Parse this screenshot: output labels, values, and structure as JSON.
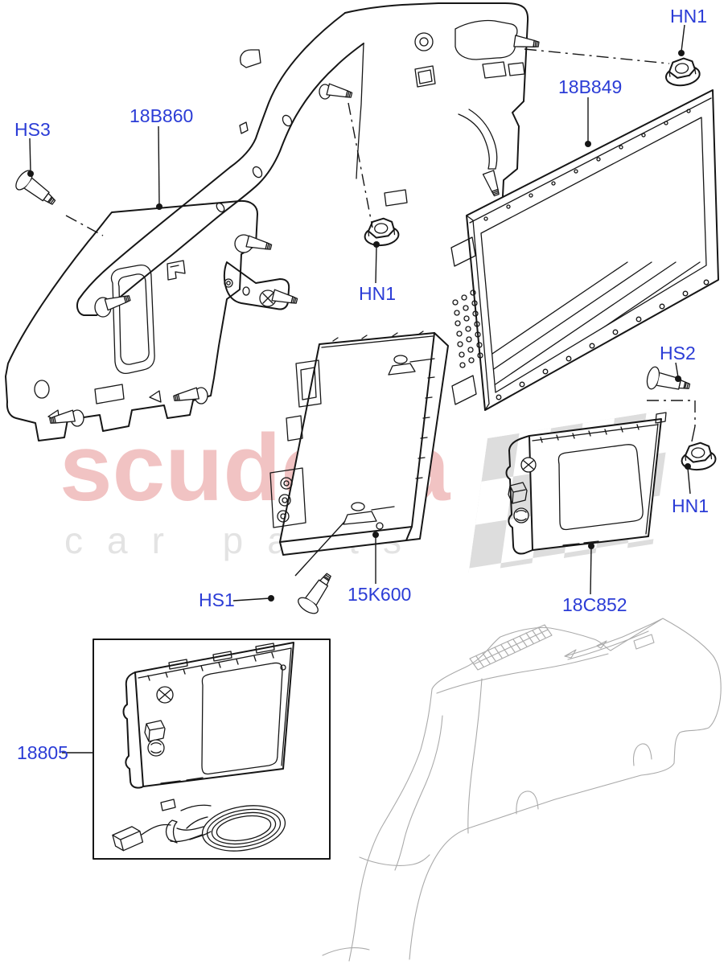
{
  "watermark": {
    "brand": "scuderia",
    "subtitle": "car parts",
    "brand_color": "#eeb5b5",
    "subtitle_color": "#e3e3e3",
    "checker_color": "#d9d9d9"
  },
  "colors": {
    "label_blue": "#2b3cd6",
    "line_art": "#161616",
    "ghost_gray": "#aaaaaa",
    "background": "#ffffff"
  },
  "callouts": {
    "hs3": "HS3",
    "bracket_18b860": "18B860",
    "hn1_top": "HN1",
    "amplifier_18b849": "18B849",
    "hn1_mid": "HN1",
    "hs2": "HS2",
    "hn1_right": "HN1",
    "module_15k600": "15K600",
    "hs1": "HS1",
    "module_18c852": "18C852",
    "kit_18805": "18805"
  }
}
